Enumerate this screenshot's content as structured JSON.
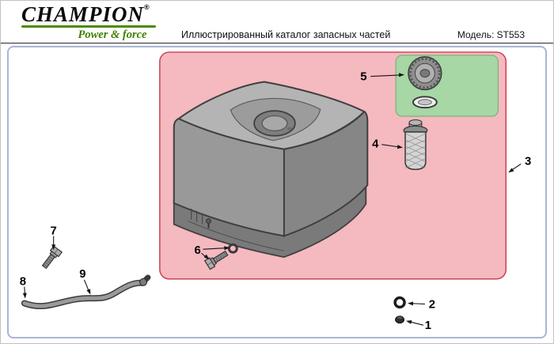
{
  "header": {
    "brand": "CHAMPION",
    "trademark": "®",
    "tagline": "Power & force",
    "title": "Иллюстрированный каталог запасных частей",
    "model": "Модель: ST553"
  },
  "callouts": [
    "1",
    "2",
    "3",
    "4",
    "5",
    "6",
    "7",
    "8",
    "9"
  ],
  "colors": {
    "brand_green": "#4a8c00",
    "tagline_green": "#3f7e00",
    "highlight_region_fill": "#f5b9c0",
    "highlight_region_border": "#cc4050",
    "cap_region_fill": "#a6d7a4",
    "cap_region_border": "#6fa96f",
    "diagram_border": "#a9b6d3"
  }
}
